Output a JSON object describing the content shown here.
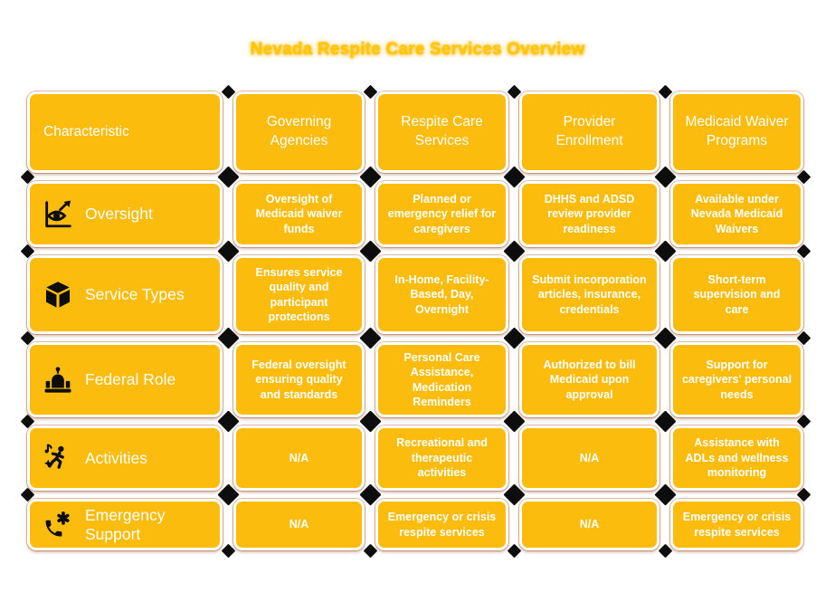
{
  "chart_data": {
    "type": "table",
    "title": "Nevada Respite Care Services Overview",
    "columns": [
      "Characteristic",
      "Governing Agencies",
      "Respite Care Services",
      "Provider Enrollment",
      "Medicaid Waiver Programs"
    ],
    "rows": [
      {
        "label": "Oversight",
        "icon": "oversight-eye-chart-icon",
        "cells": [
          "Oversight of Medicaid waiver funds",
          "Planned or emergency relief for caregivers",
          "DHHS and ADSD review provider readiness",
          "Available under Nevada Medicaid Waivers"
        ]
      },
      {
        "label": "Service Types",
        "icon": "cube-icon",
        "cells": [
          "Ensures service quality and participant protections",
          "In-Home, Facility-Based, Day, Overnight",
          "Submit incorporation articles, insurance, credentials",
          "Short-term supervision and care"
        ]
      },
      {
        "label": "Federal Role",
        "icon": "government-building-icon",
        "cells": [
          "Federal oversight ensuring quality and standards",
          "Personal Care Assistance, Medication Reminders",
          "Authorized to bill Medicaid upon approval",
          "Support for caregivers' personal needs"
        ]
      },
      {
        "label": "Activities",
        "icon": "dancing-person-icon",
        "cells": [
          "N/A",
          "Recreational and therapeutic activities",
          "N/A",
          "Assistance with ADLs and wellness monitoring"
        ]
      },
      {
        "label": "Emergency Support",
        "icon": "emergency-call-icon",
        "cells": [
          "N/A",
          "Emergency or crisis respite services",
          "N/A",
          "Emergency or crisis respite services"
        ]
      }
    ],
    "colors": {
      "card_yellow": "#FBBC0D",
      "title_yellow": "#FFC800",
      "text_white": "#FFFFFF",
      "accent_black": "#0D0D0D"
    },
    "layout": "comparison matrix, 5 columns x 6 rows, diamond accents at cell intersections"
  }
}
